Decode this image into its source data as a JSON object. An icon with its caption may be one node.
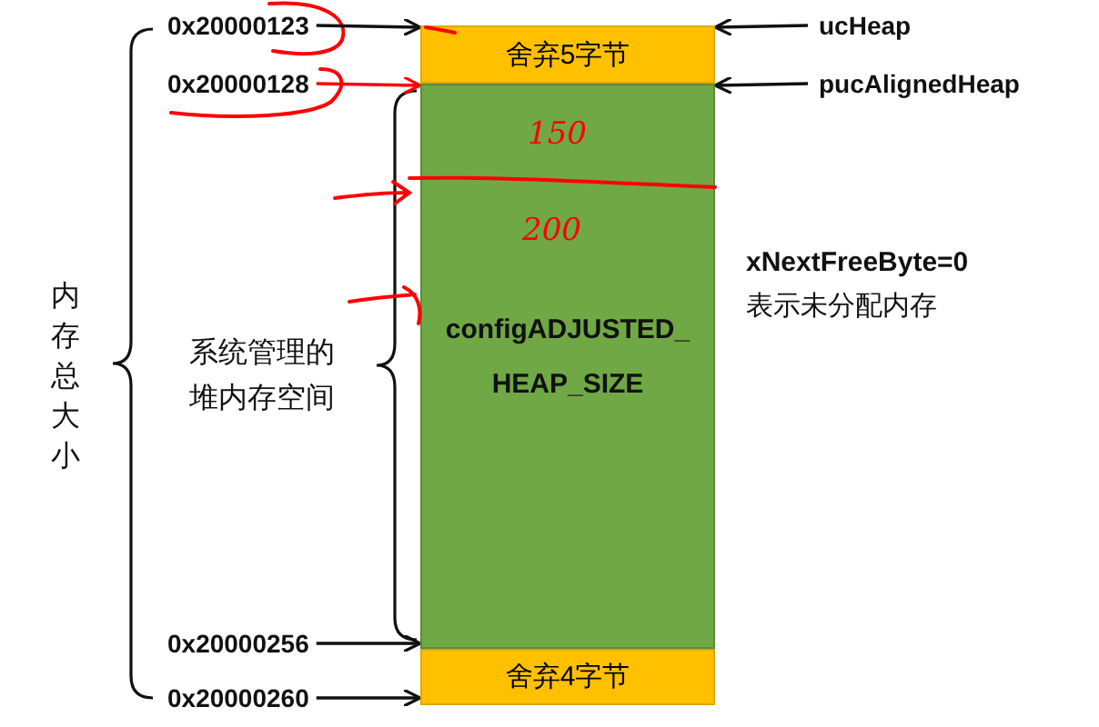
{
  "diagram": {
    "nodes": [
      {
        "text": [
          "0x20000123"
        ]
      },
      {
        "text": [
          "舍弃5字节"
        ]
      },
      {
        "text": [
          "configADJUSTED_ HEAP_SIZE"
        ]
      },
      {
        "text": [
          "舍弃4字节"
        ]
      },
      {
        "text": [
          "0x20000128"
        ]
      },
      {
        "text": [
          "0x20000256"
        ]
      },
      {
        "text": [
          "0x20000260"
        ]
      },
      {
        "text": [
          "ucHeap"
        ]
      },
      {
        "text": [
          "pucAlignedHeap"
        ]
      }
    ],
    "edges": [
      {
        "from": 0,
        "to": 1,
        "arrow": "to"
      },
      {
        "from": 4,
        "to": 2,
        "arrow": "to",
        "color": "#ff0000"
      },
      {
        "from": 5,
        "to": 2,
        "arrow": "to"
      },
      {
        "from": 6,
        "to": 3,
        "arrow": "to"
      },
      {
        "from": 7,
        "to": 1,
        "arrow": "to"
      },
      {
        "from": 8,
        "to": 2,
        "arrow": "to"
      }
    ],
    "labels": [
      "内存总大小",
      "系统管理的堆内存空间",
      "150",
      "200",
      "xNextFreeByte=0",
      "表示未分配内存"
    ]
  }
}
